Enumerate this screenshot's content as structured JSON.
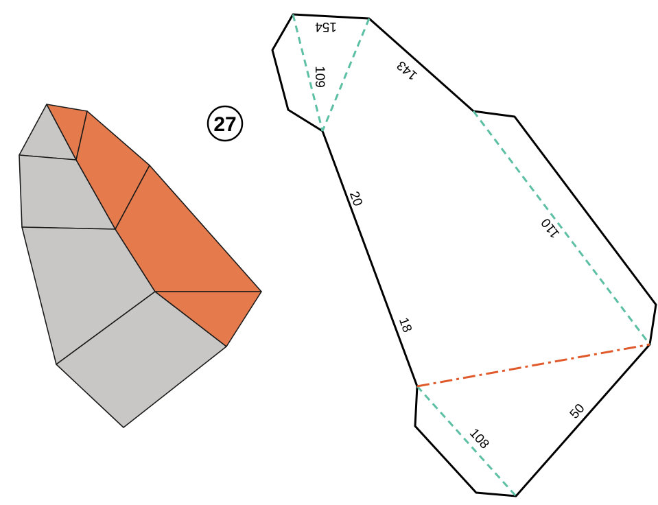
{
  "badge": {
    "number": "27"
  },
  "net": {
    "edge_labels": {
      "top": "154",
      "upper_left_fold": "109",
      "upper_right": "143",
      "left_upper": "20",
      "left_lower": "18",
      "right_fold": "110",
      "bottom_fold": "108",
      "bottom_right": "50"
    }
  },
  "colors": {
    "gray_face": "#c8c7c5",
    "orange_face": "#e57a4d",
    "fold_line": "#5dbfa3",
    "cut_line": "#e0592a",
    "outline": "#000000"
  }
}
